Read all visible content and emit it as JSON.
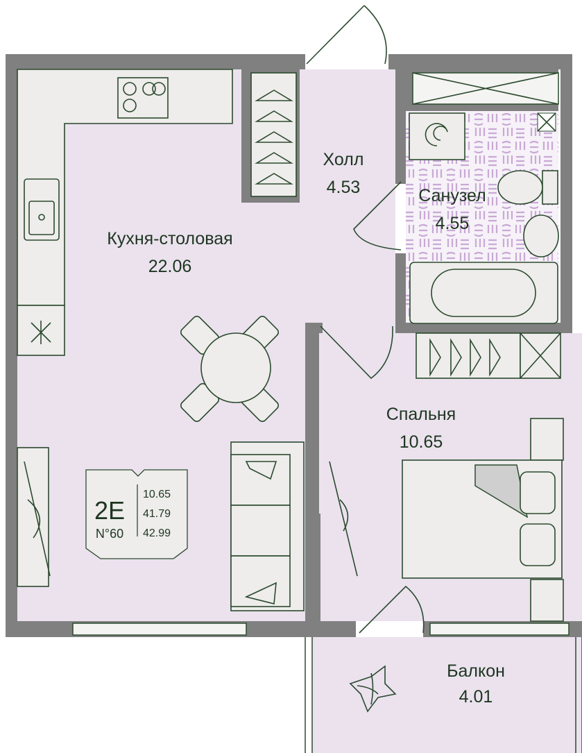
{
  "rooms": {
    "kitchen": {
      "name": "Кухня-столовая",
      "area": "22.06"
    },
    "hall": {
      "name": "Холл",
      "area": "4.53"
    },
    "bathroom": {
      "name": "Санузел",
      "area": "4.55"
    },
    "bedroom": {
      "name": "Спальня",
      "area": "10.65"
    },
    "balcony": {
      "name": "Балкон",
      "area": "4.01"
    }
  },
  "badge": {
    "type": "2E",
    "number": "N°60",
    "areas": [
      "10.65",
      "41.79",
      "42.99"
    ]
  },
  "colors": {
    "wall": "#808080",
    "floor": "#ebe2ee",
    "line": "#2b4a2e",
    "tile": "#c9a9d6"
  }
}
